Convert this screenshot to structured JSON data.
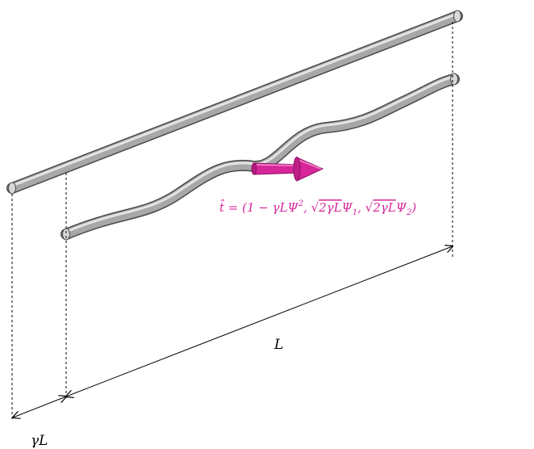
{
  "figure": {
    "labels": {
      "length": "L",
      "offset": "γL"
    },
    "tangent_equation": {
      "lhs": "t̂ = (1 − γLΨ",
      "sup": "2",
      "c1": ", ",
      "r1_sym": "√",
      "r1_arg": "2γL",
      "psi1": "Ψ",
      "sub1": "1",
      "c2": ", ",
      "r2_sym": "√",
      "r2_arg": "2γL",
      "psi2": "Ψ",
      "sub2": "2",
      "close": ")"
    },
    "colors": {
      "rod_body": "#a9a9a9",
      "rod_highlight": "#e6e6e6",
      "rod_shadow": "#5a5a5a",
      "arrow": "#d6269a",
      "arrow_dark": "#8e0f63",
      "equation": "#d6269a",
      "lines": "#000000"
    }
  }
}
